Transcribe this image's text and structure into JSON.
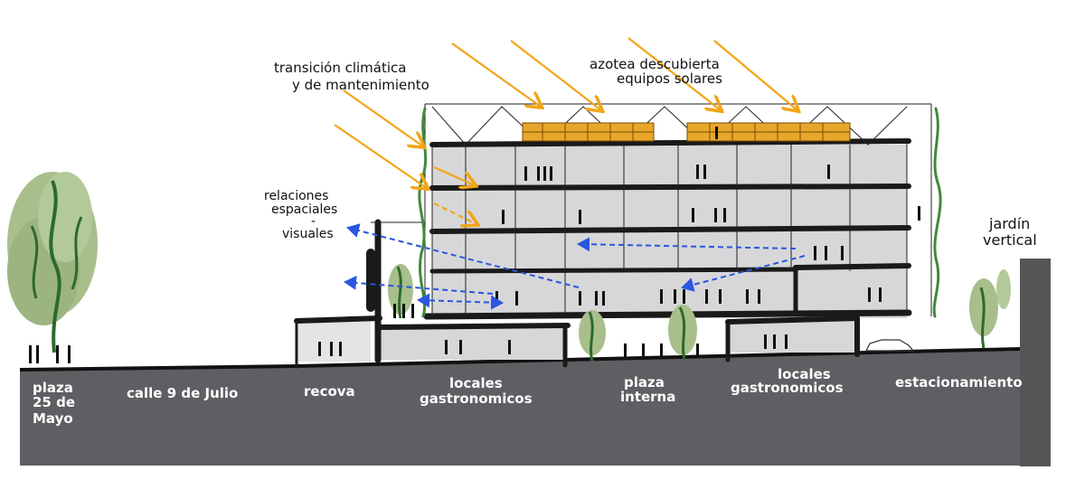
{
  "annotations": {
    "transicion_1": "transición climática",
    "transicion_2": "y de mantenimiento",
    "azotea_1": "azotea descubierta",
    "azotea_2": "equipos solares",
    "relaciones_1": "relaciones",
    "relaciones_2": "espaciales",
    "relaciones_3": "-",
    "relaciones_4": "visuales",
    "jardin_1": "jardín",
    "jardin_2": "vertical"
  },
  "ground_labels": {
    "plaza_1": "plaza",
    "plaza_2": "25 de",
    "plaza_3": "Mayo",
    "calle": "calle 9 de Julio",
    "recova": "recova",
    "locales_a_1": "locales",
    "locales_a_2": "gastronomicos",
    "plaza_interna_1": "plaza",
    "plaza_interna_2": "interna",
    "locales_b_1": "locales",
    "locales_b_2": "gastronomicos",
    "estacionamiento": "estacionamiento"
  },
  "colors": {
    "ground": "#5f5f63",
    "floor_fill": "#d7d7d9",
    "slab": "#1a1a1a",
    "sun_arrow": "#f2a516",
    "visual_arrow": "#2a56e0",
    "vegetation": "#6e9a52",
    "solar_panels": "#e8a72c"
  }
}
